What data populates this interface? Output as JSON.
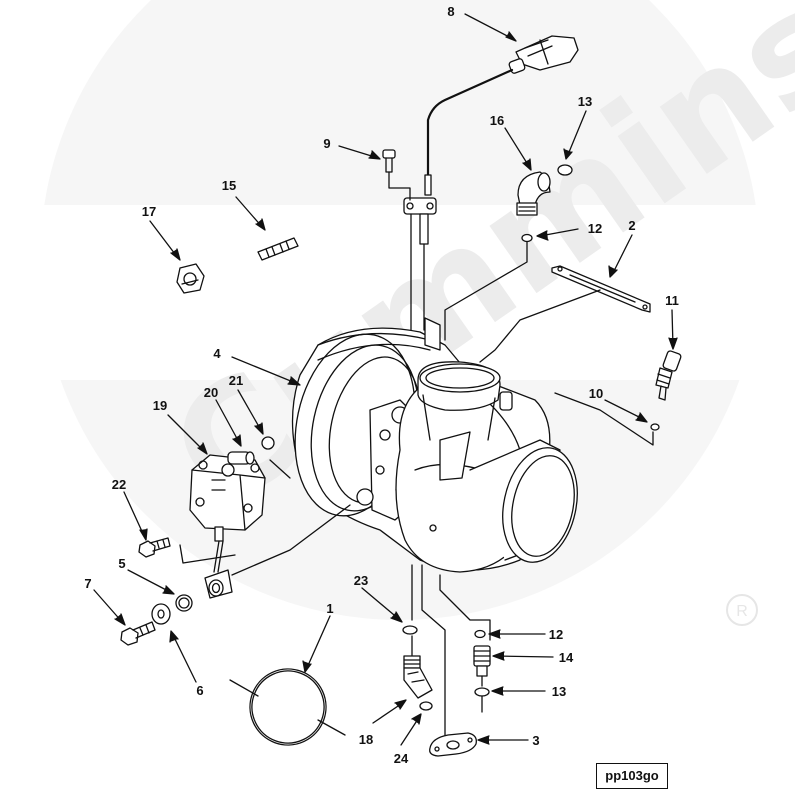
{
  "watermark": {
    "brand": "Cummins",
    "registered_mark": "R"
  },
  "figure_id": "pp103go",
  "callouts": [
    {
      "id": "c8",
      "label": "8"
    },
    {
      "id": "c13a",
      "label": "13"
    },
    {
      "id": "c16",
      "label": "16"
    },
    {
      "id": "c9",
      "label": "9"
    },
    {
      "id": "c15",
      "label": "15"
    },
    {
      "id": "c17",
      "label": "17"
    },
    {
      "id": "c12a",
      "label": "12"
    },
    {
      "id": "c2",
      "label": "2"
    },
    {
      "id": "c11",
      "label": "11"
    },
    {
      "id": "c4",
      "label": "4"
    },
    {
      "id": "c10",
      "label": "10"
    },
    {
      "id": "c19",
      "label": "19"
    },
    {
      "id": "c20",
      "label": "20"
    },
    {
      "id": "c21",
      "label": "21"
    },
    {
      "id": "c22",
      "label": "22"
    },
    {
      "id": "c5",
      "label": "5"
    },
    {
      "id": "c7",
      "label": "7"
    },
    {
      "id": "c23",
      "label": "23"
    },
    {
      "id": "c1",
      "label": "1"
    },
    {
      "id": "c12b",
      "label": "12"
    },
    {
      "id": "c14",
      "label": "14"
    },
    {
      "id": "c13b",
      "label": "13"
    },
    {
      "id": "c6",
      "label": "6"
    },
    {
      "id": "c18",
      "label": "18"
    },
    {
      "id": "c3",
      "label": "3"
    },
    {
      "id": "c24",
      "label": "24"
    }
  ],
  "colors": {
    "line": "#111111",
    "watermark": "#ececec",
    "background": "#ffffff"
  }
}
